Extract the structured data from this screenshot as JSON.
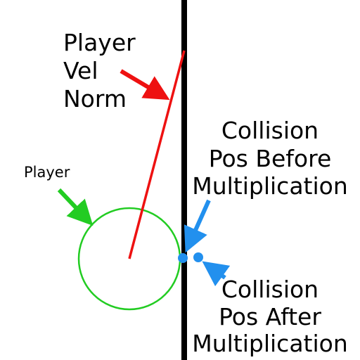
{
  "labels": {
    "player_vel_norm": [
      "Player",
      "Vel",
      "Norm"
    ],
    "player": "Player",
    "collision_before": [
      "Collision",
      "Pos Before",
      "Multiplication"
    ],
    "collision_after": [
      "Collision",
      "Pos After",
      "Multiplication"
    ]
  },
  "colors": {
    "wall": "#000000",
    "velocity": "#ee1111",
    "player": "#22cc22",
    "collision": "#2290ee",
    "text": "#000000",
    "background": "#ffffff"
  }
}
